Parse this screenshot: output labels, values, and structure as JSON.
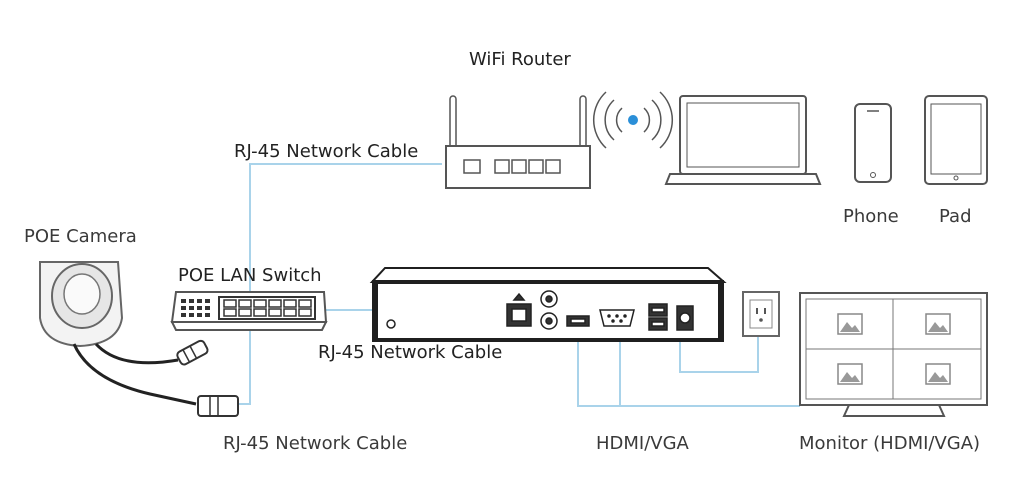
{
  "labels": {
    "wifi_router": "WiFi Router",
    "rj45_top": "RJ-45 Network Cable",
    "poe_camera": "POE Camera",
    "poe_switch": "POE LAN Switch",
    "rj45_middle": "RJ-45 Network Cable",
    "rj45_bottom": "RJ-45 Network Cable",
    "hdmi_vga": "HDMI/VGA",
    "monitor": "Monitor (HDMI/VGA)",
    "phone": "Phone",
    "pad": "Pad"
  },
  "colors": {
    "cable": "#a9d3ea",
    "outline": "#555555",
    "device_dark": "#1f1f1f",
    "wifi_accent": "#2a8fd8",
    "camera_body": "#f3f3f3"
  },
  "icons": [
    "router-icon",
    "wifi-signal-icon",
    "laptop-icon",
    "phone-icon",
    "tablet-icon",
    "camera-icon",
    "switch-icon",
    "nvr-icon",
    "power-outlet-icon",
    "monitor-icon",
    "image-icon"
  ]
}
